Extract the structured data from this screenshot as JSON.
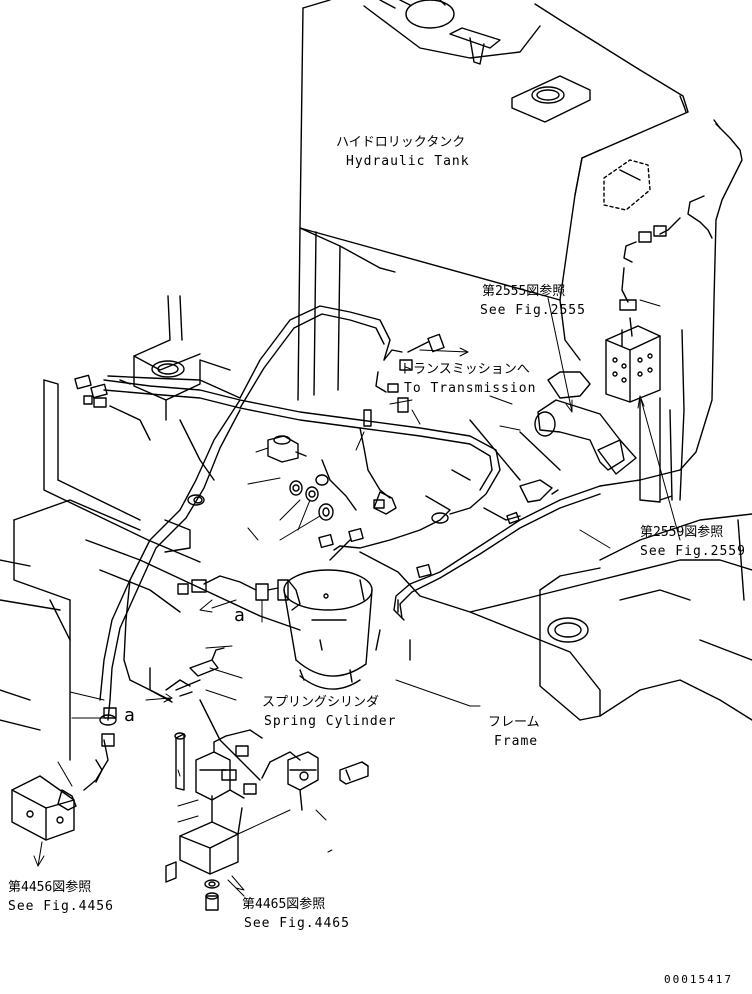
{
  "labels": {
    "hydraulic_tank_jp": "ハイドロリックタンク",
    "hydraulic_tank_en": "Hydraulic Tank",
    "to_transmission_jp": "トランスミッションへ",
    "to_transmission_en": "To Transmission",
    "ref_2555_jp": "第2555図参照",
    "ref_2555_en": "See Fig.2555",
    "ref_2559_jp": "第2559図参照",
    "ref_2559_en": "See Fig.2559",
    "spring_cylinder_jp": "スプリングシリンダ",
    "spring_cylinder_en": "Spring Cylinder",
    "frame_jp": "フレーム",
    "frame_en": "Frame",
    "ref_4456_jp": "第4456図参照",
    "ref_4456_en": "See Fig.4456",
    "ref_4465_jp": "第4465図参照",
    "ref_4465_en": "See Fig.4465",
    "detail_a_upper": "a",
    "detail_a_lower": "a",
    "drawing_number": "00015417"
  }
}
